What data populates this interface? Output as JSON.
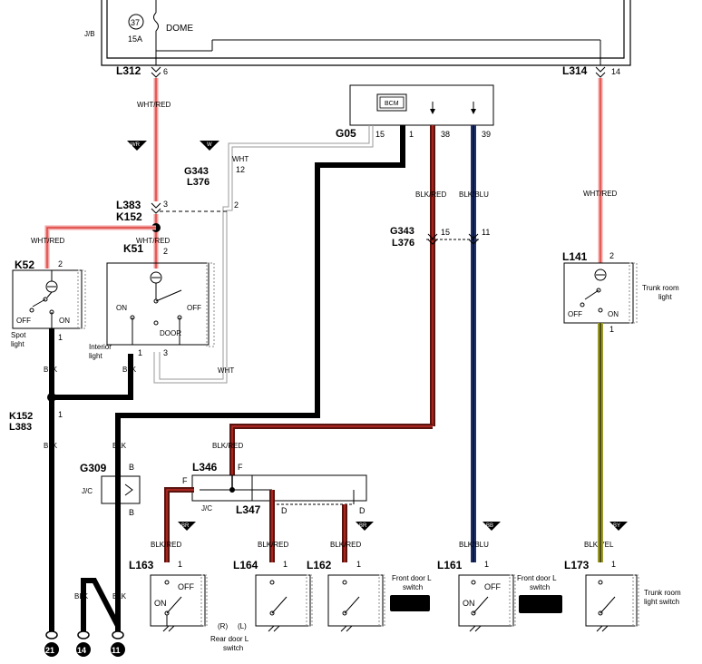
{
  "fuse": {
    "number": "37",
    "rating": "15A",
    "name": "DOME"
  },
  "box_jb": "J/B",
  "box_jc": "J/C",
  "box_jc2": "J/C",
  "ecu": {
    "name": "BCM",
    "connector": "G05",
    "pins": [
      "15",
      "1",
      "38",
      "39"
    ]
  },
  "connectors": {
    "l312": "L312",
    "l312_pin": "6",
    "l314": "L314",
    "l314_pin": "14",
    "g343a": "G343",
    "l376a": "L376",
    "g343a_pin1": "12",
    "g343a_pin2": "2",
    "l383": "L383",
    "k152": "K152",
    "l383_pin": "3",
    "k51": "K51",
    "k51_pin": "2",
    "k52": "K52",
    "k52_pin": "2",
    "k52_pin2": "1",
    "k51_pin1": "1",
    "k51_pin3": "3",
    "g343b": "G343",
    "l376b": "L376",
    "g343b_pin1": "15",
    "g343b_pin2": "11",
    "l141": "L141",
    "l141_pin": "2",
    "l141_pin2": "1",
    "k152b": "K152",
    "l383b": "L383",
    "k152b_pin": "1",
    "g309": "G309",
    "g309_pin1": "B",
    "g309_pin2": "B",
    "l346": "L346",
    "l346_pin": "F",
    "l346_pin_left": "F",
    "l347": "L347",
    "l347_pin1": "D",
    "l347_pin2": "D",
    "l163": "L163",
    "l163_pin": "1",
    "l164": "L164",
    "l164_pin": "1",
    "l162": "L162",
    "l162_pin": "1",
    "l161": "L161",
    "l161_pin": "1",
    "l173": "L173",
    "l173_pin": "1"
  },
  "wires": {
    "wht_red_1": "WHT/RED",
    "wht_red_2": "WHT/RED",
    "wht_red_3": "WHT/RED",
    "wht_red_4": "WHT/RED",
    "wht_1": "WHT",
    "wht_2": "WHT",
    "blk_red_1": "BLK/RED",
    "blk_blu_1": "BLK/BLU",
    "blk_red_2": "BLK/RED",
    "blk_1": "BLK",
    "blk_2": "BLK",
    "blk_3": "BLK",
    "blk_4": "BLK",
    "blk_5": "BLK",
    "blk_red_l163": "BLK/RED",
    "blk_red_l164": "BLK/RED",
    "blk_red_l162": "BLK/RED",
    "blk_blu_l161": "BLK/BLU",
    "blk_yel_l173": "BLK/YEL"
  },
  "flags": {
    "wr": "WR",
    "w": "W",
    "br1": "BR",
    "br2": "BR",
    "bb": "BB",
    "by": "BY"
  },
  "switch_labels": {
    "off": "OFF",
    "on": "ON",
    "door": "DOOR",
    "spot_light_1": "Spot",
    "spot_light_2": "light",
    "interior_1": "Interior",
    "interior_2": "light",
    "trunk_room_1": "Trunk room",
    "trunk_room_2": "light",
    "front_door_1": "Front door L",
    "front_door_2": "switch",
    "front_door_r1": "Front door L",
    "front_door_r2": "switch",
    "rear_door_1": "Rear door L",
    "rear_door_2": "switch",
    "r": "(R)",
    "l": "(L)",
    "trunk_switch_1": "Trunk room",
    "trunk_switch_2": "light switch"
  },
  "grounds": [
    "21",
    "14",
    "11"
  ],
  "colors": {
    "red": "#d6322a",
    "pink": "#f3a0a0",
    "blue": "#1c2f6e",
    "dark_red": "#5a1410",
    "olive": "#9a9a2a",
    "gray": "#9a9a9a"
  }
}
